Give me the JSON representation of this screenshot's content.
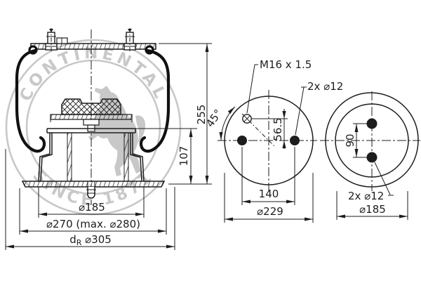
{
  "drawing": {
    "watermark": {
      "brand": "CONTINENTAL",
      "since": "SINCE 1871"
    },
    "side_view": {
      "dim_total_height": "255",
      "dim_piston_height": "107",
      "dim_piston_diameter": "⌀185",
      "dim_plate_diameter": "⌀270 (max. ⌀280)",
      "dim_rolling_prefix": "d",
      "dim_rolling_sub": "R",
      "dim_rolling_value": " ⌀305"
    },
    "top_view": {
      "label_air_fitting_thread": "M16 x 1.5",
      "label_bolt_holes": "2x ⌀12",
      "dim_fitting_angle": "45°",
      "dim_fitting_offset": "56.5",
      "dim_hole_spacing": "140",
      "dim_plate_diameter": "⌀229"
    },
    "bottom_view": {
      "dim_hole_spacing": "90",
      "label_bolt_holes": "2x ⌀12",
      "dim_piston_diameter": "⌀185"
    },
    "colors": {
      "line": "#1d1d1d",
      "watermark": "#c8c8c8",
      "background": "#ffffff"
    }
  }
}
